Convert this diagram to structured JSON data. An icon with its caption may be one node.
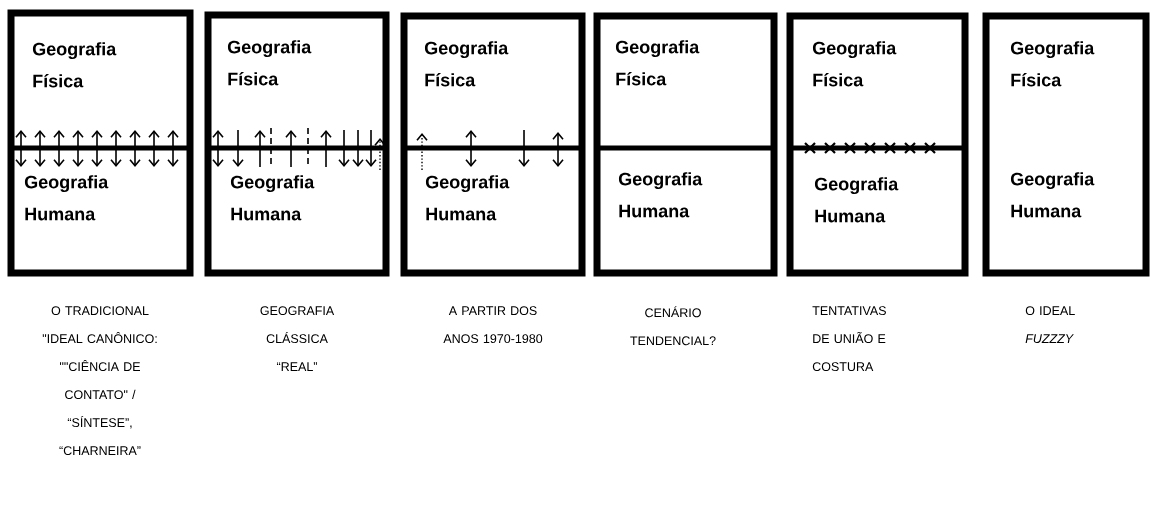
{
  "diagram": {
    "nodes": [
      {
        "text": [
          "Geografia Física",
          "Geografia Humana"
        ],
        "beside": [
          "O TRADICIONAL \"IDEAL CANÔNICO: \"\"CIÊNCIA DE CONTATO\" / “SÍNTESE”, “CHARNEIRA”"
        ]
      },
      {
        "text": [
          "Geografia Física",
          "Geografia Humana"
        ],
        "beside": [
          "GEOGRAFIA CLÁSSICA “REAL”"
        ]
      },
      {
        "text": [
          "Geografia Física",
          "Geografia Humana"
        ],
        "beside": [
          "A PARTIR DOS ANOS 1970-1980"
        ]
      },
      {
        "text": [
          "Geografia Física",
          "Geografia Humana"
        ],
        "beside": [
          "CENÁRIO TENDENCIAL?"
        ]
      },
      {
        "text": [
          "Geografia Física",
          "Geografia Humana"
        ],
        "beside": [
          "TENTATIVAS DE UNIÃO E COSTURA"
        ]
      },
      {
        "text": [
          "Geografia Física",
          "Geografia Humana"
        ],
        "beside": [
          "O IDEAL *FUZZZY*"
        ]
      }
    ]
  }
}
